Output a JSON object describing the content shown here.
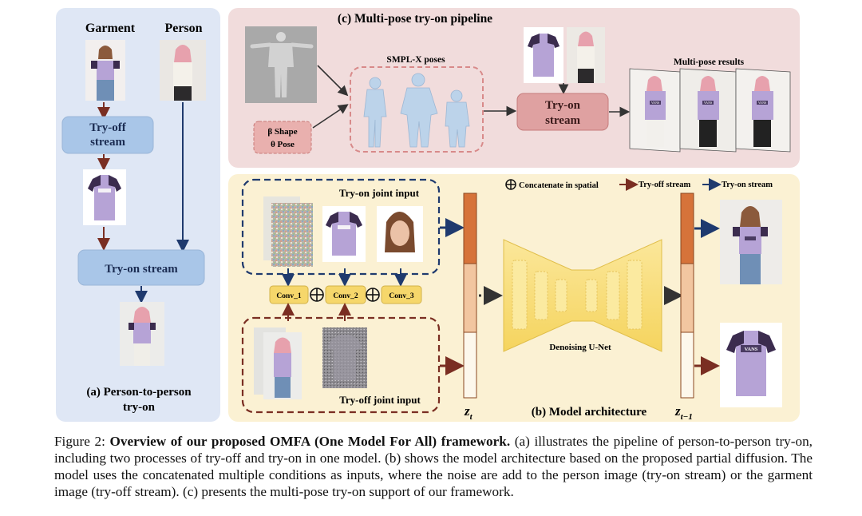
{
  "panel_a": {
    "garment_label": "Garment",
    "person_label": "Person",
    "tryoff_stream_line1": "Try-off",
    "tryoff_stream_line2": "stream",
    "tryon_stream": "Try-on stream",
    "title_line1": "(a) Person-to-person",
    "title_line2": "try-on"
  },
  "panel_c": {
    "title": "(c) Multi-pose try-on pipeline",
    "smplx_label": "SMPL-X poses",
    "shape_label": "β Shape",
    "pose_label": "θ  Pose",
    "tryon_stream_line1": "Try-on",
    "tryon_stream_line2": "stream",
    "results_label": "Multi-pose results",
    "shirt_logo": "VANS"
  },
  "panel_b": {
    "legend_concat": "Concatenate in spatial",
    "legend_tryoff": "Try-off stream",
    "legend_tryon": "Try-on stream",
    "tryon_joint_input": "Try-on joint input",
    "tryoff_joint_input": "Try-off joint input",
    "conv1": "Conv_1",
    "conv2": "Conv_2",
    "conv3": "Conv_3",
    "unet_label": "Denoising U-Net",
    "zt": "z",
    "zt_sub": "t",
    "zt1": "z",
    "zt1_sub": "t−1",
    "title": "(b) Model architecture"
  },
  "caption": {
    "prefix": "Figure 2: ",
    "bold": "Overview of our proposed OMFA (One Model For All) framework.",
    "text": " (a) illustrates the pipeline of person-to-person try-on, including two processes of try-off and try-on in one model. (b) shows the model architecture based on the proposed partial diffusion. The model uses the concatenated multiple conditions as inputs, where the noise are add to the person image (try-on stream) or the garment image (try-off stream). (c) presents the multi-pose try-on support of our framework."
  },
  "colors": {
    "panel_a_bg": "#dfe7f5",
    "panel_c_bg": "#f1dcdc",
    "panel_b_bg": "#fbf1d3",
    "tryoff_arrow": "#7a2e22",
    "tryon_arrow": "#1f3a6e",
    "stream_box_blue": "#a9c6e8",
    "stream_box_pink": "#dfa1a1",
    "conv_box": "#f6d76b",
    "unet": "#f8e07e",
    "shirt_body": "#b6a3d6",
    "shirt_sleeve": "#3b2c4e"
  }
}
